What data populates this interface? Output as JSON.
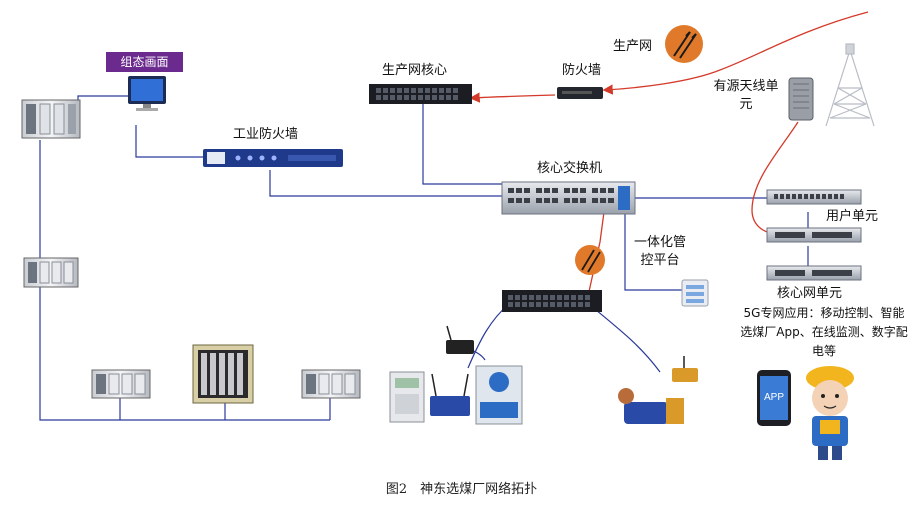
{
  "labels": {
    "scada_screen": "组态画面",
    "production_core": "生产网核心",
    "production_net": "生产网",
    "firewall": "防火墙",
    "industrial_firewall": "工业防火墙",
    "core_switch": "核心交换机",
    "active_antenna_unit": "有源天线单元",
    "user_unit": "用户单元",
    "core_network_unit": "核心网单元",
    "integrated_platform": "一体化管控平台",
    "private_5g_apps": "5G专网应用：移动控制、智能选煤厂App、在线监测、数字配电等",
    "app_icon_text": "APP"
  },
  "caption": "图2　神东选煤厂网络拓扑",
  "colors": {
    "link_blue": "#2a3a9a",
    "link_red": "#d43a2a",
    "scada_bg": "#6a2a8e",
    "firewall_badge": "#e07a2a"
  }
}
